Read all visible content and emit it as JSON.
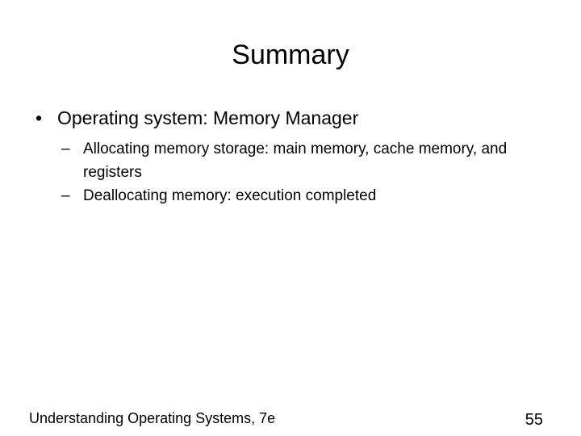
{
  "slide": {
    "title": "Summary",
    "bullet": {
      "marker": "•",
      "text": "Operating system: Memory Manager"
    },
    "sub_items": [
      {
        "marker": "–",
        "text": "Allocating memory storage: main memory, cache memory, and registers"
      },
      {
        "marker": "–",
        "text": "Deallocating memory: execution completed"
      }
    ]
  },
  "footer": {
    "left": "Understanding Operating Systems, 7e",
    "page_number": "55"
  }
}
